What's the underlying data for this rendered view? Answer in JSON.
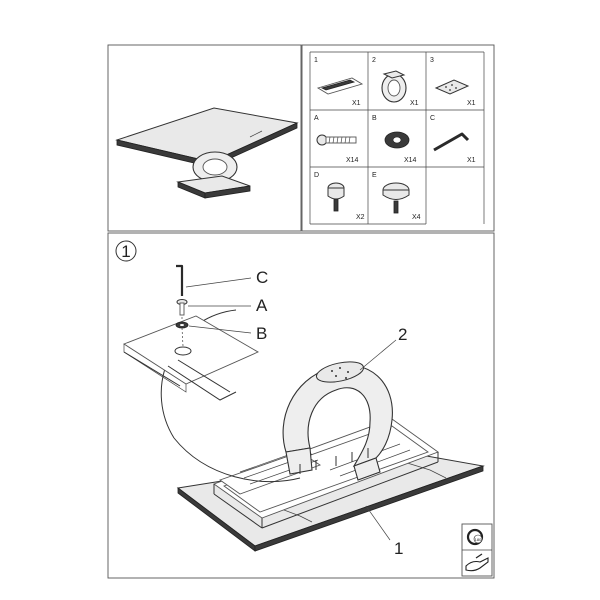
{
  "parts": [
    {
      "id": "part-1",
      "label": "1",
      "qty": "X1",
      "icon": "bracket-frame-icon"
    },
    {
      "id": "part-2",
      "label": "2",
      "qty": "X1",
      "icon": "ring-base-icon"
    },
    {
      "id": "part-3",
      "label": "3",
      "qty": "X1",
      "icon": "plate-icon"
    },
    {
      "id": "part-a",
      "label": "A",
      "qty": "X14",
      "icon": "bolt-icon"
    },
    {
      "id": "part-b",
      "label": "B",
      "qty": "X14",
      "icon": "washer-icon"
    },
    {
      "id": "part-c",
      "label": "C",
      "qty": "X1",
      "icon": "allen-key-icon"
    },
    {
      "id": "part-d",
      "label": "D",
      "qty": "X2",
      "icon": "foot-small-icon"
    },
    {
      "id": "part-e",
      "label": "E",
      "qty": "X4",
      "icon": "foot-large-icon"
    }
  ],
  "step": {
    "number": "1",
    "callouts": {
      "c": "C",
      "a": "A",
      "b": "B",
      "two": "2",
      "one": "1"
    }
  },
  "badges": {
    "rotate_text": "180"
  },
  "colors": {
    "line": "#333333",
    "fill": "#eeeeee",
    "dark": "#3a3a3a"
  }
}
